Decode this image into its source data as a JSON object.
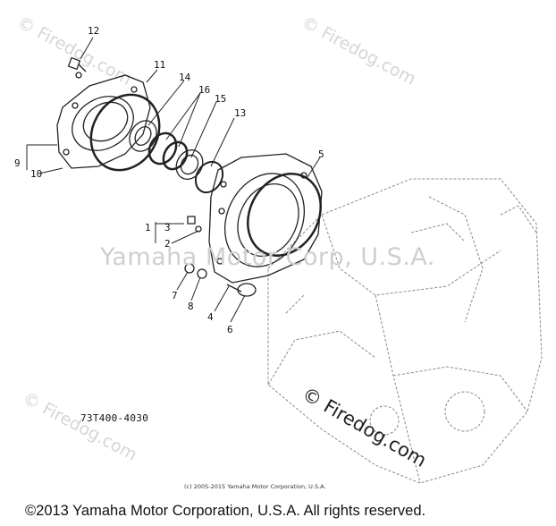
{
  "watermarks": {
    "top_left": "© Firedog.com",
    "top_right": "© Firedog.com",
    "mid_left": "© Firedog.com",
    "center": "Yamaha Motor Corp, U.S.A.",
    "overlay": "© Firedog.com"
  },
  "callouts": [
    "12",
    "11",
    "14",
    "16",
    "15",
    "13",
    "5",
    "9",
    "10",
    "1",
    "3",
    "2",
    "7",
    "8",
    "4",
    "6"
  ],
  "diagram_code": "73T400-4030",
  "small_copyright": "(c) 2005-2015 Yamaha Motor Corporation, U.S.A.",
  "footer_copyright": "©2013 Yamaha Motor Corporation, U.S.A. All rights reserved."
}
